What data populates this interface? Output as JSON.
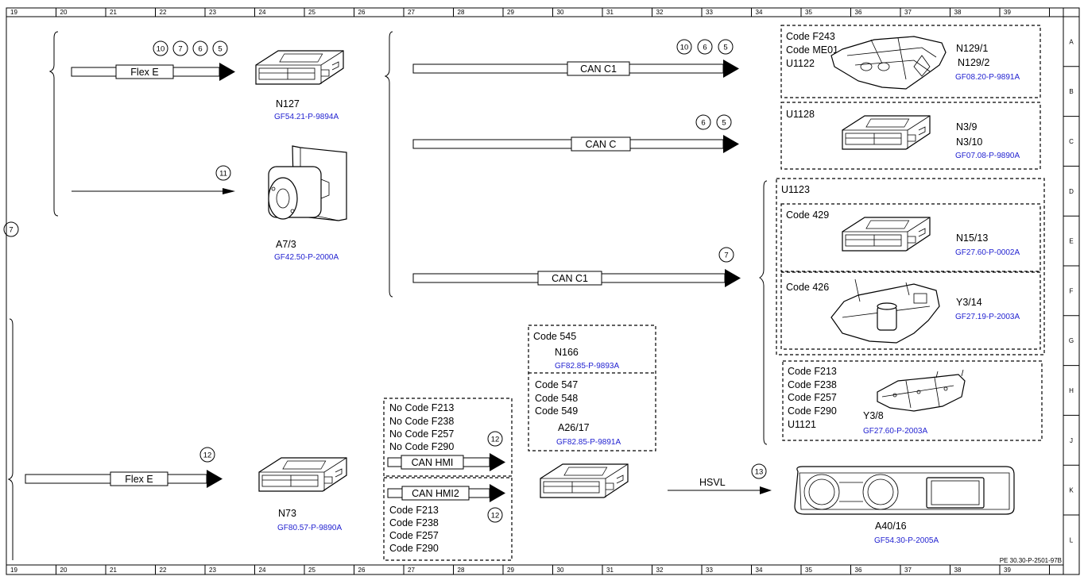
{
  "border": {
    "columns": [
      "19",
      "20",
      "21",
      "22",
      "23",
      "24",
      "25",
      "26",
      "27",
      "28",
      "29",
      "30",
      "31",
      "32",
      "33",
      "34",
      "35",
      "36",
      "37",
      "38",
      "39"
    ],
    "rows": [
      "A",
      "B",
      "C",
      "D",
      "E",
      "F",
      "G",
      "H",
      "J",
      "K",
      "L"
    ]
  },
  "signals": {
    "flex_e_top": "Flex E",
    "can_c1_top": "CAN C1",
    "can_c": "CAN C",
    "can_c1_mid": "CAN C1",
    "flex_e_bottom": "Flex E",
    "can_hmi": "CAN HMI",
    "can_hmi2": "CAN HMI2",
    "hsvl": "HSVL"
  },
  "circled_refs": {
    "flex_e_top": [
      "10",
      "7",
      "6",
      "5"
    ],
    "a7_3": [
      "11"
    ],
    "can_c1_top": [
      "10",
      "6",
      "5"
    ],
    "can_c": [
      "6",
      "5"
    ],
    "can_c1_mid": [
      "7"
    ],
    "left_margin": [
      "7"
    ],
    "flex_e_bottom": [
      "12"
    ],
    "can_hmi": [
      "12"
    ],
    "can_hmi2": [
      "12"
    ],
    "hsvl": [
      "13"
    ]
  },
  "components": {
    "n127": {
      "name": "N127",
      "ref": "GF54.21-P-9894A"
    },
    "a7_3": {
      "name": "A7/3",
      "ref": "GF42.50-P-2000A"
    },
    "n73": {
      "name": "N73",
      "ref": "GF80.57-P-9890A"
    },
    "n129": {
      "codes": [
        "Code F243",
        "Code ME01",
        "U1122"
      ],
      "name1": "N129/1",
      "name2": "N129/2",
      "ref": "GF08.20-P-9891A"
    },
    "n3": {
      "code": "U1128",
      "name1": "N3/9",
      "name2": "N3/10",
      "ref": "GF07.08-P-9890A"
    },
    "u1123": {
      "label": "U1123"
    },
    "n15_13": {
      "code": "Code 429",
      "name": "N15/13",
      "ref": "GF27.60-P-0002A"
    },
    "y3_14": {
      "code": "Code 426",
      "name": "Y3/14",
      "ref": "GF27.19-P-2003A"
    },
    "y3_8": {
      "codes": [
        "Code F213",
        "Code F238",
        "Code F257",
        "Code F290",
        "U1121"
      ],
      "name": "Y3/8",
      "ref": "GF27.60-P-2003A"
    },
    "n166": {
      "code": "Code 545",
      "name": "N166",
      "ref": "GF82.85-P-9893A"
    },
    "a26_17": {
      "codes": [
        "Code 547",
        "Code 548",
        "Code 549"
      ],
      "name": "A26/17",
      "ref": "GF82.85-P-9891A"
    },
    "hmi_no_codes": [
      "No Code F213",
      "No Code F238",
      "No Code F257",
      "No Code F290"
    ],
    "hmi2_codes": [
      "Code F213",
      "Code F238",
      "Code F257",
      "Code F290"
    ],
    "a40_16": {
      "name": "A40/16",
      "ref": "GF54.30-P-2005A"
    }
  },
  "doc_ref": "PE 30.30-P-2501-97B"
}
